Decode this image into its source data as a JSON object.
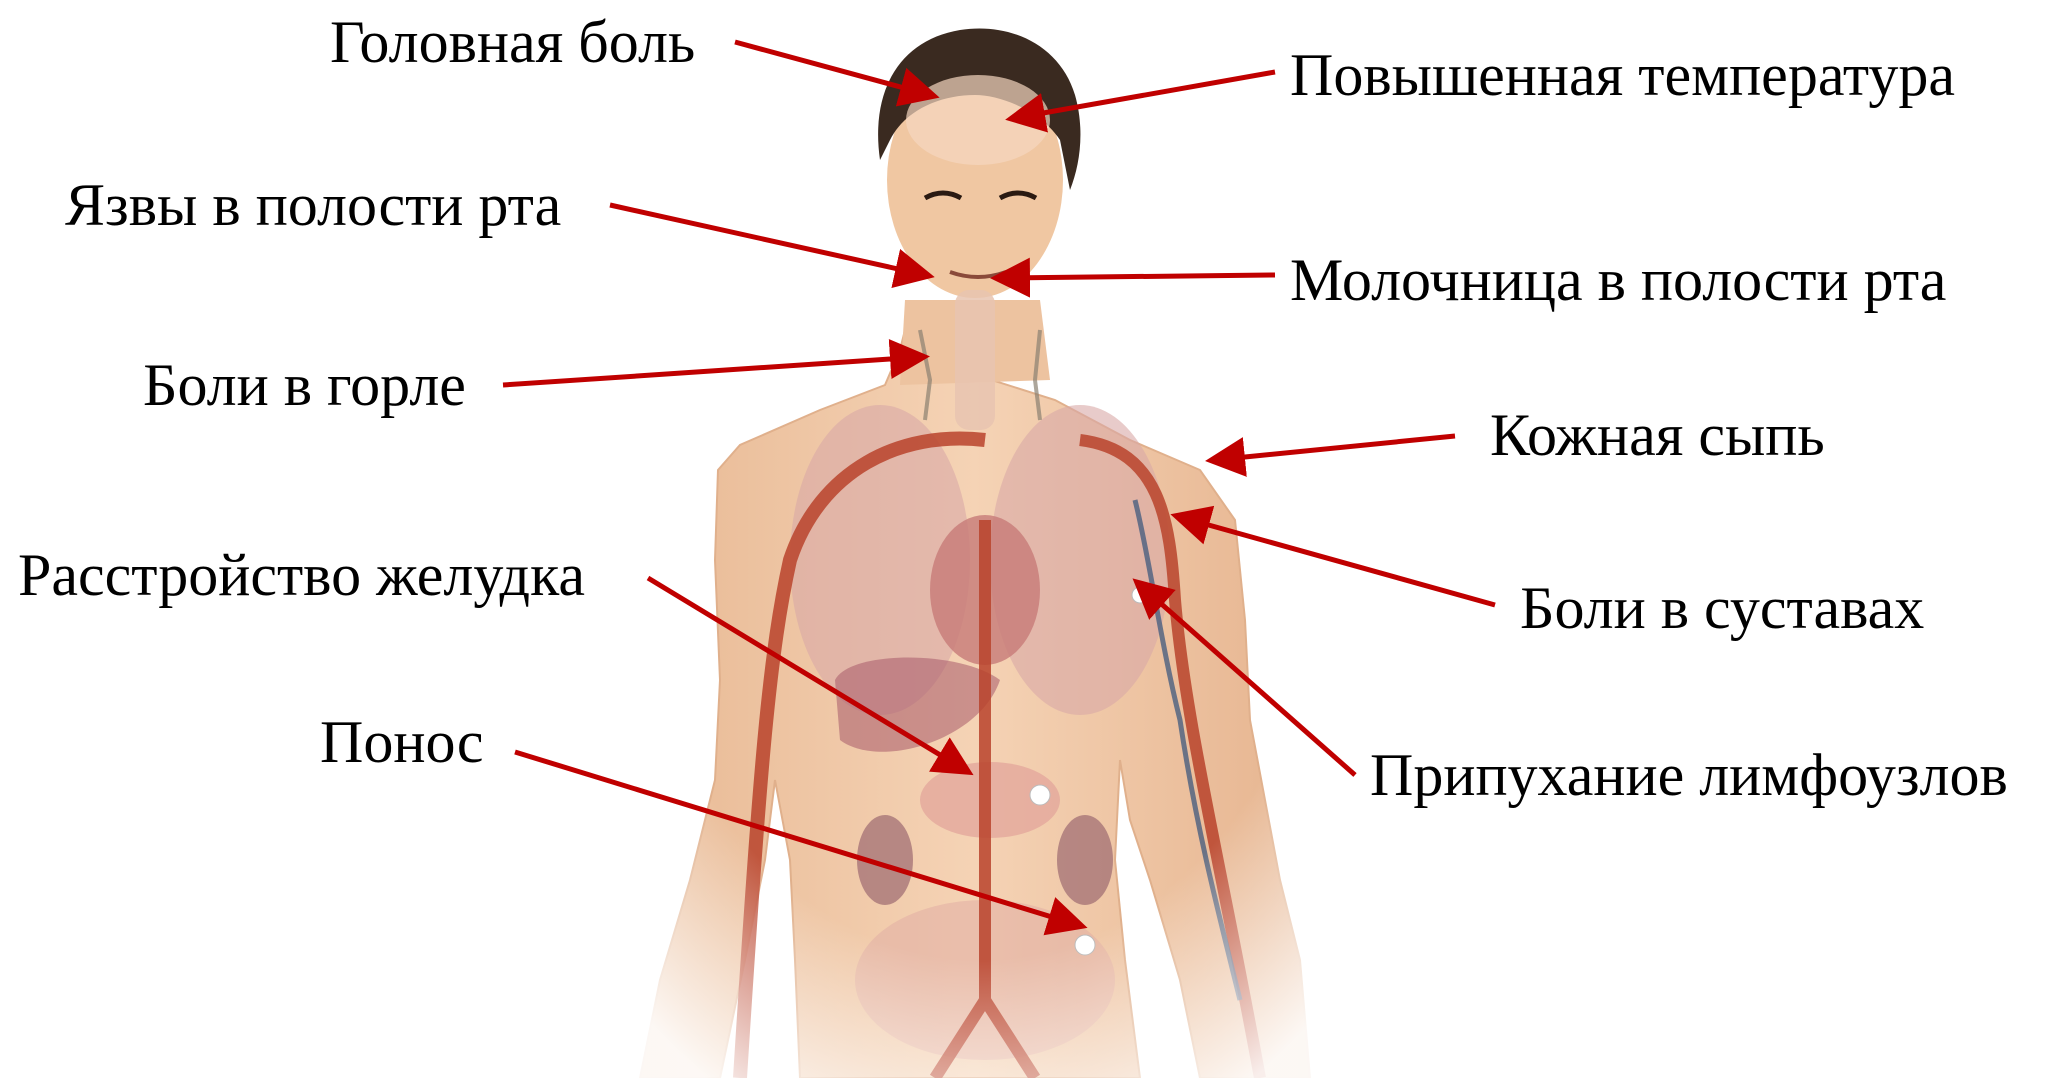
{
  "labels": {
    "headache": "Головная боль",
    "fever": "Повышенная температура",
    "mouth_ulcers": "Язвы в полости рта",
    "oral_thrush": "Молочница в полости рта",
    "sore_throat": "Боли в горле",
    "skin_rash": "Кожная сыпь",
    "stomach_upset": "Расстройство желудка",
    "joint_pain": "Боли в суставах",
    "diarrhea": "Понос",
    "swollen_lymph_nodes": "Припухание лимфоузлов"
  },
  "colors": {
    "arrow": "#c00000",
    "text": "#000000",
    "skin": "#f2c9a6",
    "hair": "#3a2a20",
    "artery": "#b8432b",
    "vein": "#4a5f80",
    "lung": "#d9a9a6",
    "heart": "#c77a78",
    "liver": "#a85a6a",
    "kidney": "#9c6a70",
    "intestine": "#e3b1a5",
    "background": "#ffffff"
  },
  "icons": {
    "arrow_head": "arrowhead-icon",
    "figure": "human-anatomy-figure"
  }
}
